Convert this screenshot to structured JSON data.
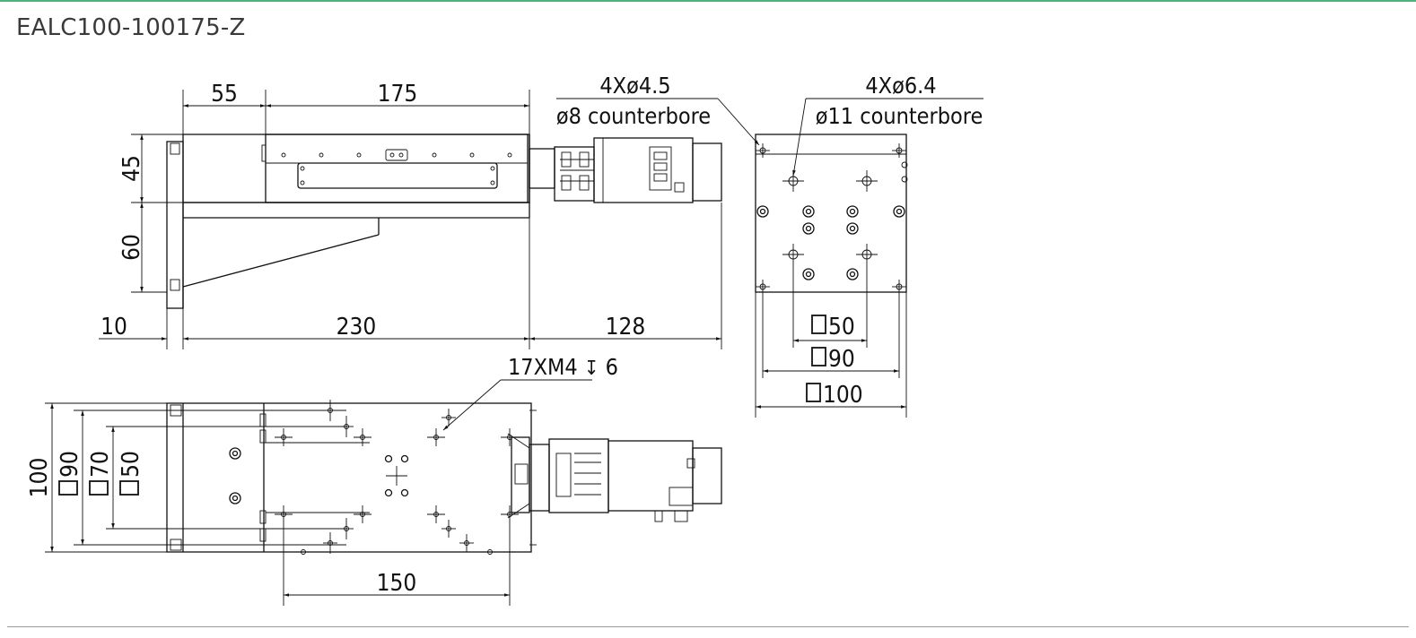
{
  "title": "EALC100-100175-Z",
  "side_view": {
    "dim_55": "55",
    "dim_175": "175",
    "dim_45": "45",
    "dim_60": "60",
    "dim_10": "10",
    "dim_230": "230",
    "dim_128": "128",
    "note_holes_line1": "4Xø4.5",
    "note_holes_line2": "ø8 counterbore"
  },
  "end_view": {
    "note_holes_line1": "4Xø6.4",
    "note_holes_line2": "ø11 counterbore",
    "dim_50": "50",
    "dim_90": "90",
    "dim_100": "100"
  },
  "top_view": {
    "note_threads": "17XM4",
    "note_depth": "6",
    "dim_100": "100",
    "dim_90": "90",
    "dim_70": "70",
    "dim_50": "50",
    "dim_150": "150"
  }
}
